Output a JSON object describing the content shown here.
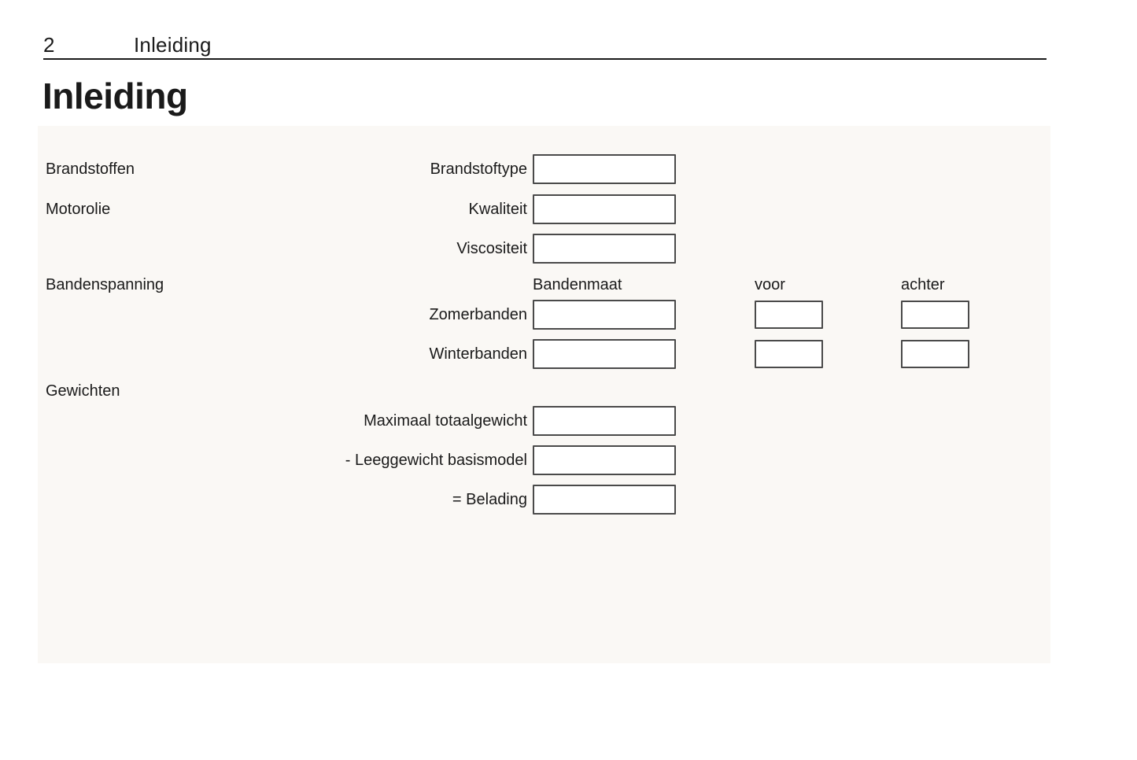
{
  "header": {
    "page_number": "2",
    "chapter": "Inleiding"
  },
  "title": "Inleiding",
  "form": {
    "sections": {
      "brandstoffen": "Brandstoffen",
      "motorolie": "Motorolie",
      "bandenspanning": "Bandenspanning",
      "gewichten": "Gewichten"
    },
    "columns": {
      "bandenmaat": "Bandenmaat",
      "voor": "voor",
      "achter": "achter"
    },
    "fields": {
      "brandstoftype": "Brandstoftype",
      "kwaliteit": "Kwaliteit",
      "viscositeit": "Viscositeit",
      "zomerbanden": "Zomerbanden",
      "winterbanden": "Winterbanden",
      "maximaal_totaalgewicht": "Maximaal totaalgewicht",
      "leeggewicht_basismodel": "- Leeggewicht basismodel",
      "belading": "= Belading"
    },
    "values": {
      "brandstoftype": "",
      "kwaliteit": "",
      "viscositeit": "",
      "zomerbanden_maat": "",
      "zomerbanden_voor": "",
      "zomerbanden_achter": "",
      "winterbanden_maat": "",
      "winterbanden_voor": "",
      "winterbanden_achter": "",
      "maximaal_totaalgewicht": "",
      "leeggewicht_basismodel": "",
      "belading": ""
    }
  },
  "colors": {
    "panel_bg": "#faf8f5",
    "box_border": "#4a4a4a",
    "text": "#1a1a1a",
    "rule": "#1a1a1a"
  }
}
